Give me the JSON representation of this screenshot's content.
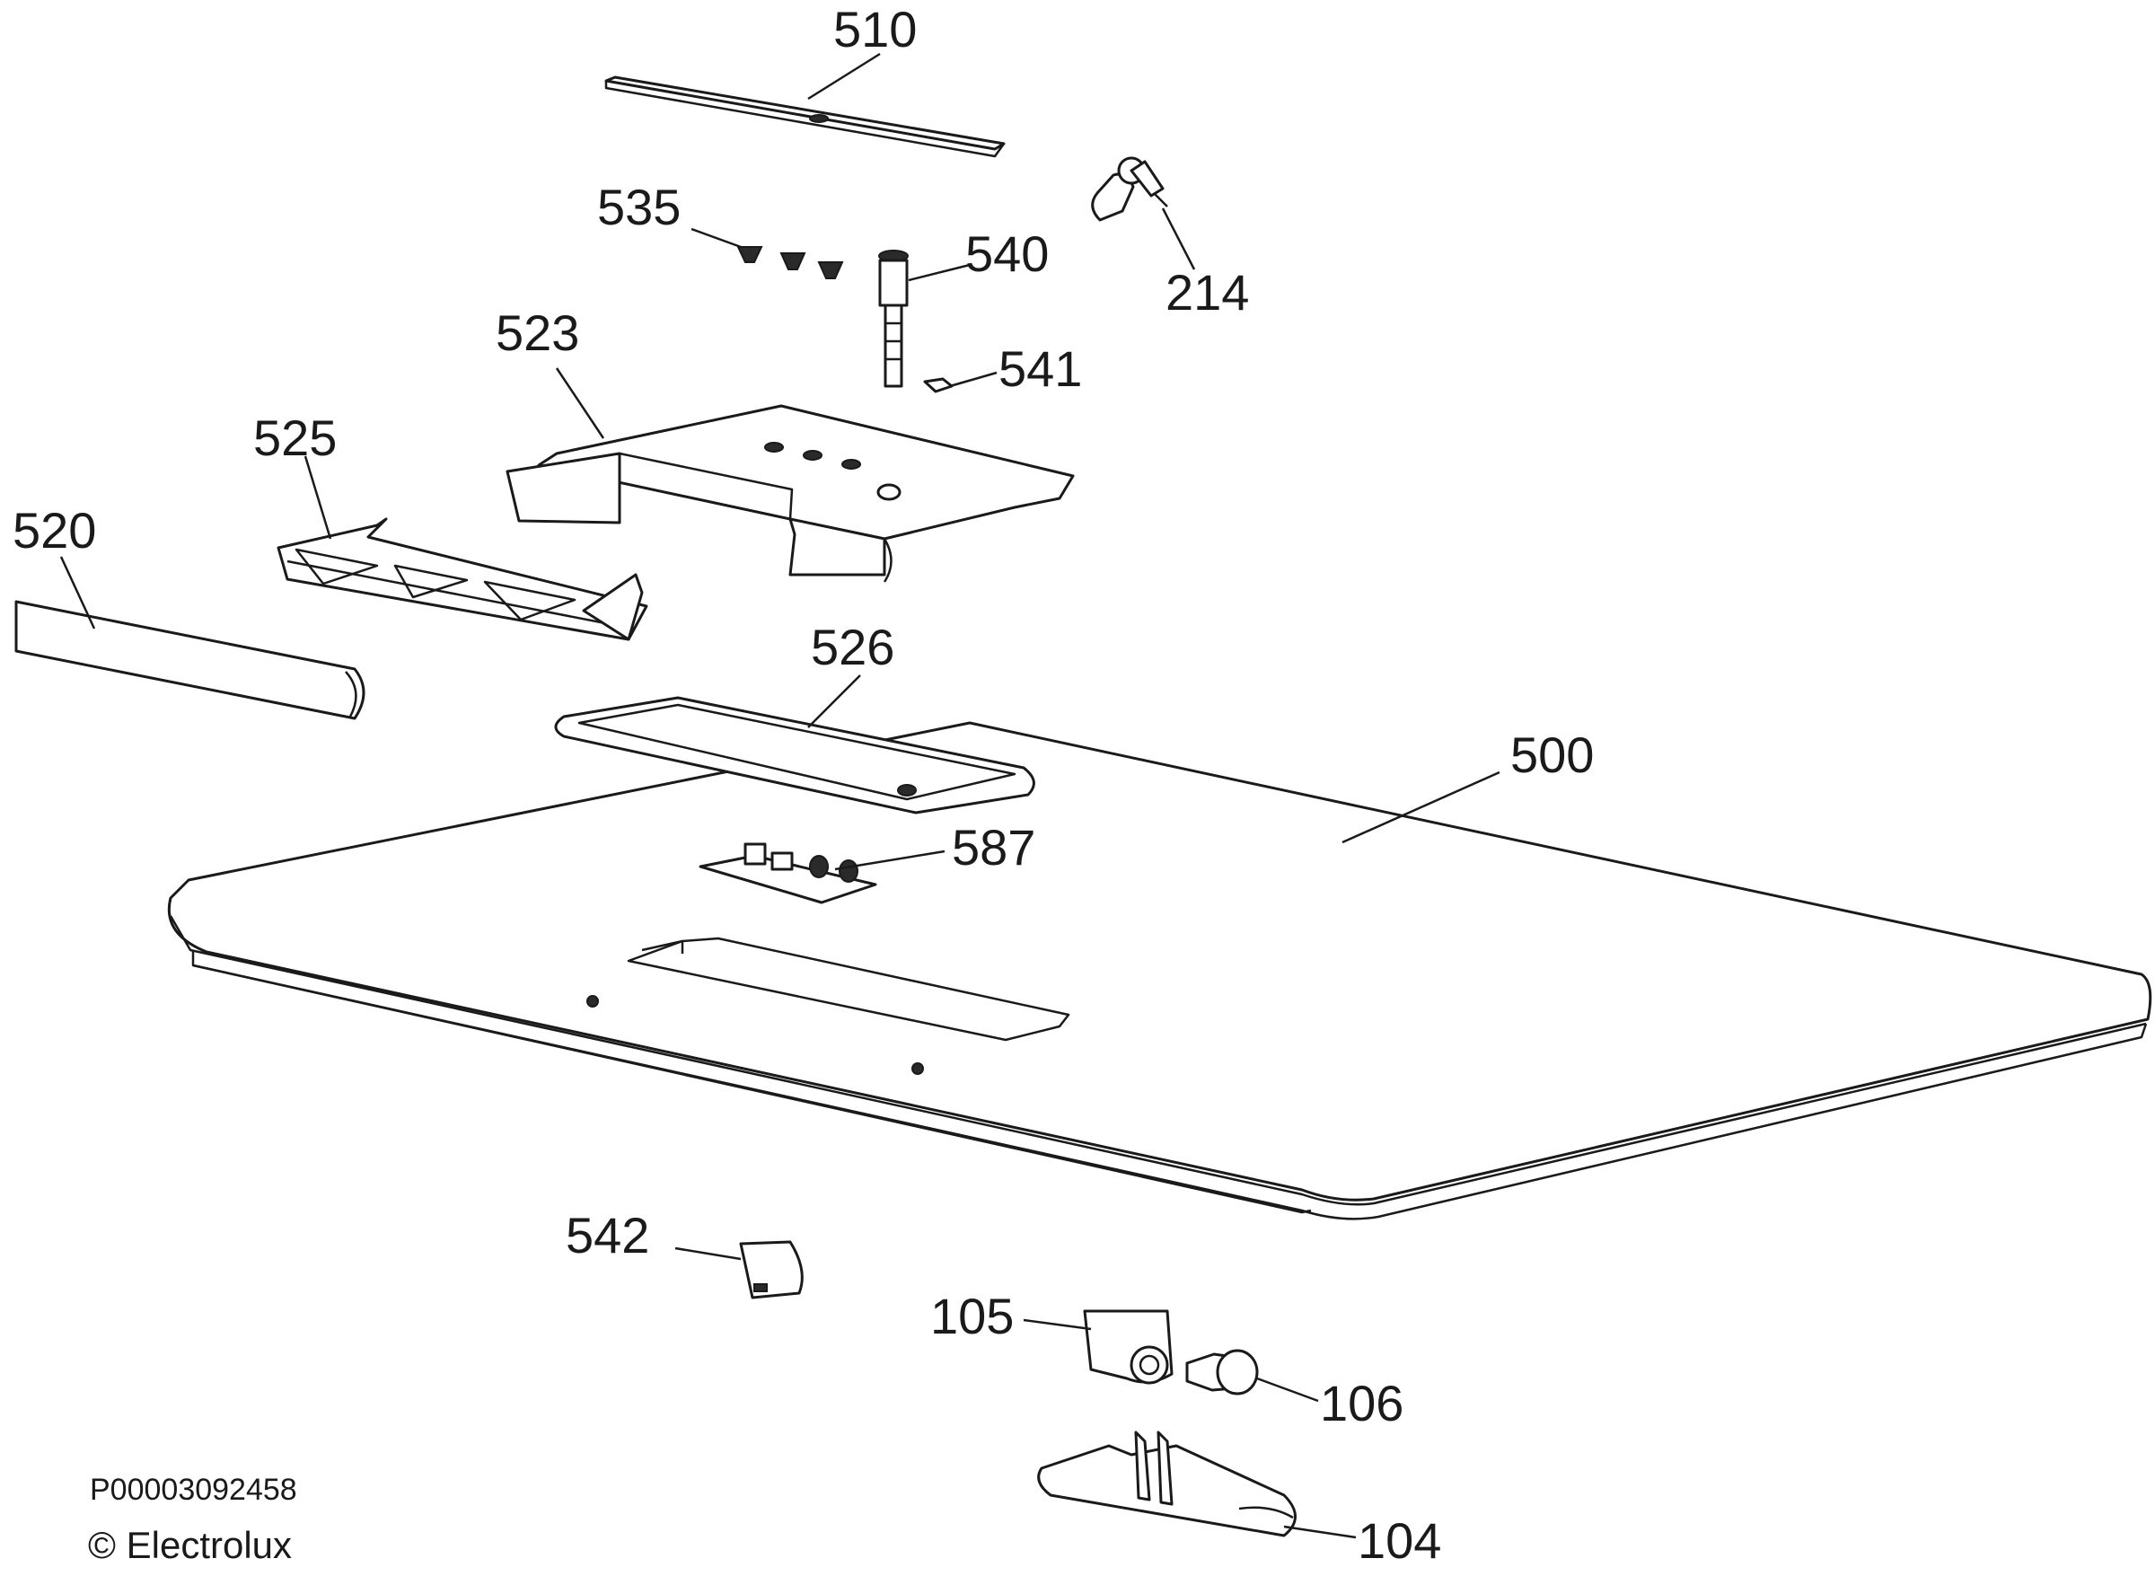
{
  "callouts": {
    "c510": "510",
    "c214": "214",
    "c535": "535",
    "c540": "540",
    "c523": "523",
    "c541": "541",
    "c525": "525",
    "c520": "520",
    "c526": "526",
    "c500": "500",
    "c587": "587",
    "c542": "542",
    "c105": "105",
    "c106": "106",
    "c104": "104"
  },
  "footer": {
    "drawing_id": "P00003092458",
    "copyright": "© Electrolux"
  }
}
